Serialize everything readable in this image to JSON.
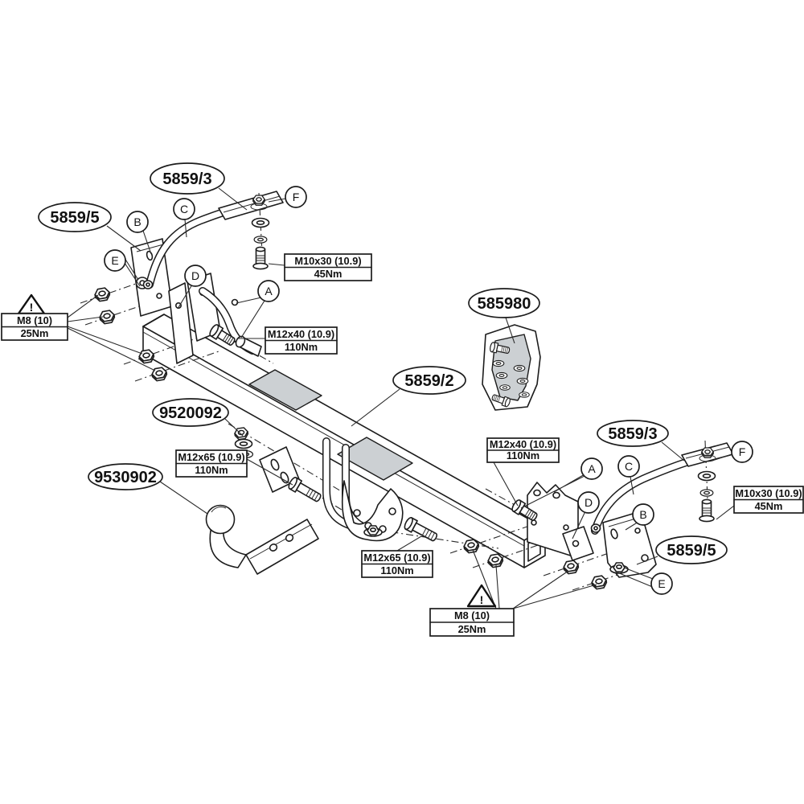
{
  "colors": {
    "line": "#1c1c1c",
    "shade": "#ccd0d3",
    "background": "#ffffff"
  },
  "warning_glyph": "!",
  "ellipse_labels": [
    {
      "text": "5859/3"
    },
    {
      "text": "5859/5"
    },
    {
      "text": "585980"
    },
    {
      "text": "5859/2"
    },
    {
      "text": "9520092"
    },
    {
      "text": "9530902"
    },
    {
      "text": "5859/3"
    },
    {
      "text": "5859/5"
    }
  ],
  "callout_letters": [
    {
      "text": "B"
    },
    {
      "text": "C"
    },
    {
      "text": "F"
    },
    {
      "text": "E"
    },
    {
      "text": "D"
    },
    {
      "text": "A"
    },
    {
      "text": "A"
    },
    {
      "text": "C"
    },
    {
      "text": "F"
    },
    {
      "text": "D"
    },
    {
      "text": "B"
    },
    {
      "text": "E"
    }
  ],
  "spec_boxes": [
    {
      "spec": "M10x30 (10.9)",
      "torque": "45Nm"
    },
    {
      "spec": "M8 (10)",
      "torque": "25Nm"
    },
    {
      "spec": "M12x40 (10.9)",
      "torque": "110Nm"
    },
    {
      "spec": "M12x65 (10.9)",
      "torque": "110Nm"
    },
    {
      "spec": "M12x40 (10.9)",
      "torque": "110Nm"
    },
    {
      "spec": "M10x30 (10.9)",
      "torque": "45Nm"
    },
    {
      "spec": "M12x65 (10.9)",
      "torque": "110Nm"
    },
    {
      "spec": "M8 (10)",
      "torque": "25Nm"
    }
  ]
}
